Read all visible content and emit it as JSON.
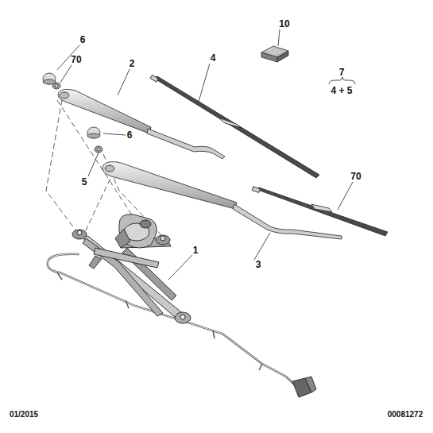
{
  "diagram": {
    "labels": [
      "10",
      "6",
      "70",
      "2",
      "4",
      "7",
      "4 + 5",
      "6",
      "70",
      "5",
      "1",
      "3",
      "01/2015",
      "00081272"
    ]
  }
}
